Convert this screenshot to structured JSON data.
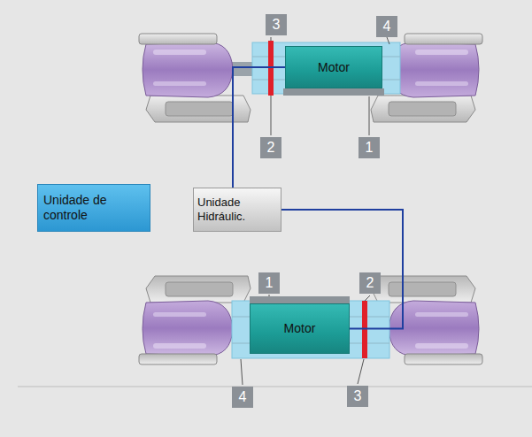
{
  "diagram": {
    "nodes": [
      {
        "text": [
          "Motor"
        ]
      },
      {
        "text": [
          "Unidade de controle"
        ]
      },
      {
        "text": [
          "Unidade Hidráulic."
        ]
      },
      {
        "text": [
          "Motor"
        ]
      }
    ],
    "edges": [
      {
        "from": 2,
        "to": 0,
        "arrow": "none"
      },
      {
        "from": 2,
        "to": 3,
        "arrow": "none"
      }
    ],
    "labels": [
      "3",
      "4",
      "2",
      "1",
      "1",
      "2",
      "4",
      "3"
    ]
  }
}
